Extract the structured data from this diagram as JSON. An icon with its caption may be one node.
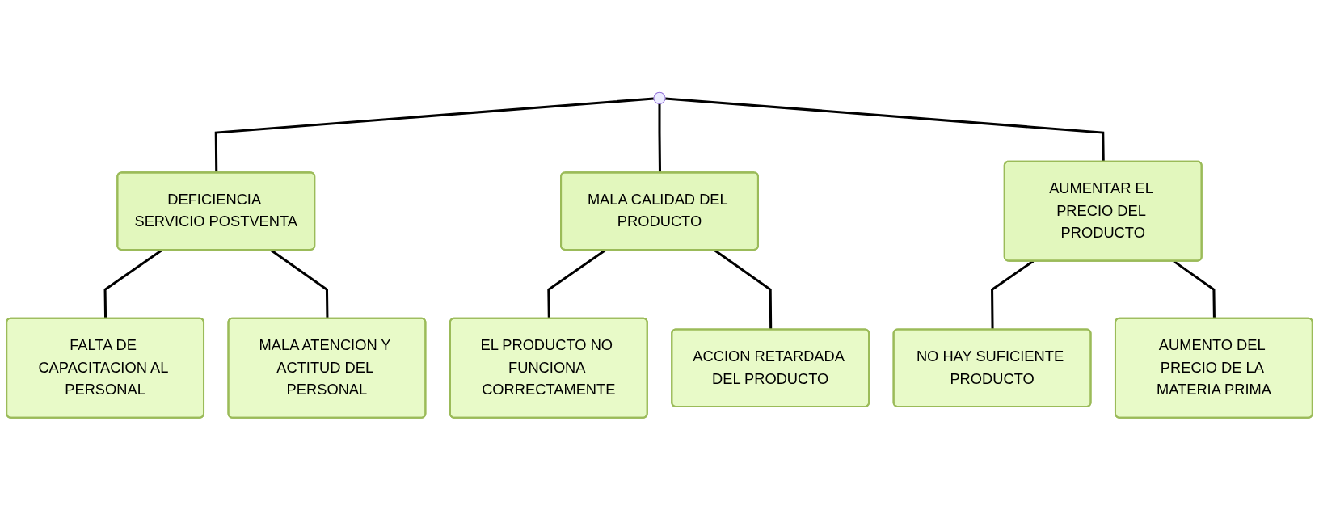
{
  "diagram": {
    "nodes": [
      {
        "text": [
          "DEFICIENCIA SERVICIO POSTVENTA"
        ]
      },
      {
        "text": [
          "MALA CALIDAD DEL PRODUCTO"
        ]
      },
      {
        "text": [
          "AUMENTAR EL PRECIO DEL PRODUCTO"
        ]
      },
      {
        "text": [
          "FALTA DE CAPACITACION AL PERSONAL"
        ]
      },
      {
        "text": [
          "MALA ATENCION Y ACTITUD DEL PERSONAL"
        ]
      },
      {
        "text": [
          "EL PRODUCTO NO FUNCIONA CORRECTAMENTE"
        ]
      },
      {
        "text": [
          "ACCION RETARDADA DEL PRODUCTO"
        ]
      },
      {
        "text": [
          "NO HAY SUFICIENTE PRODUCTO"
        ]
      },
      {
        "text": [
          "AUMENTO DEL PRECIO DE LA MATERIA PRIMA"
        ]
      }
    ],
    "edges": [
      {
        "from": null,
        "to": 0,
        "arrow": "none"
      },
      {
        "from": null,
        "to": 1,
        "arrow": "none"
      },
      {
        "from": null,
        "to": 2,
        "arrow": "none"
      },
      {
        "from": 0,
        "to": 3,
        "arrow": "none"
      },
      {
        "from": 0,
        "to": 4,
        "arrow": "none"
      },
      {
        "from": 1,
        "to": 5,
        "arrow": "none"
      },
      {
        "from": 1,
        "to": 6,
        "arrow": "none"
      },
      {
        "from": 2,
        "to": 7,
        "arrow": "none"
      },
      {
        "from": 2,
        "to": 8,
        "arrow": "none"
      }
    ]
  }
}
